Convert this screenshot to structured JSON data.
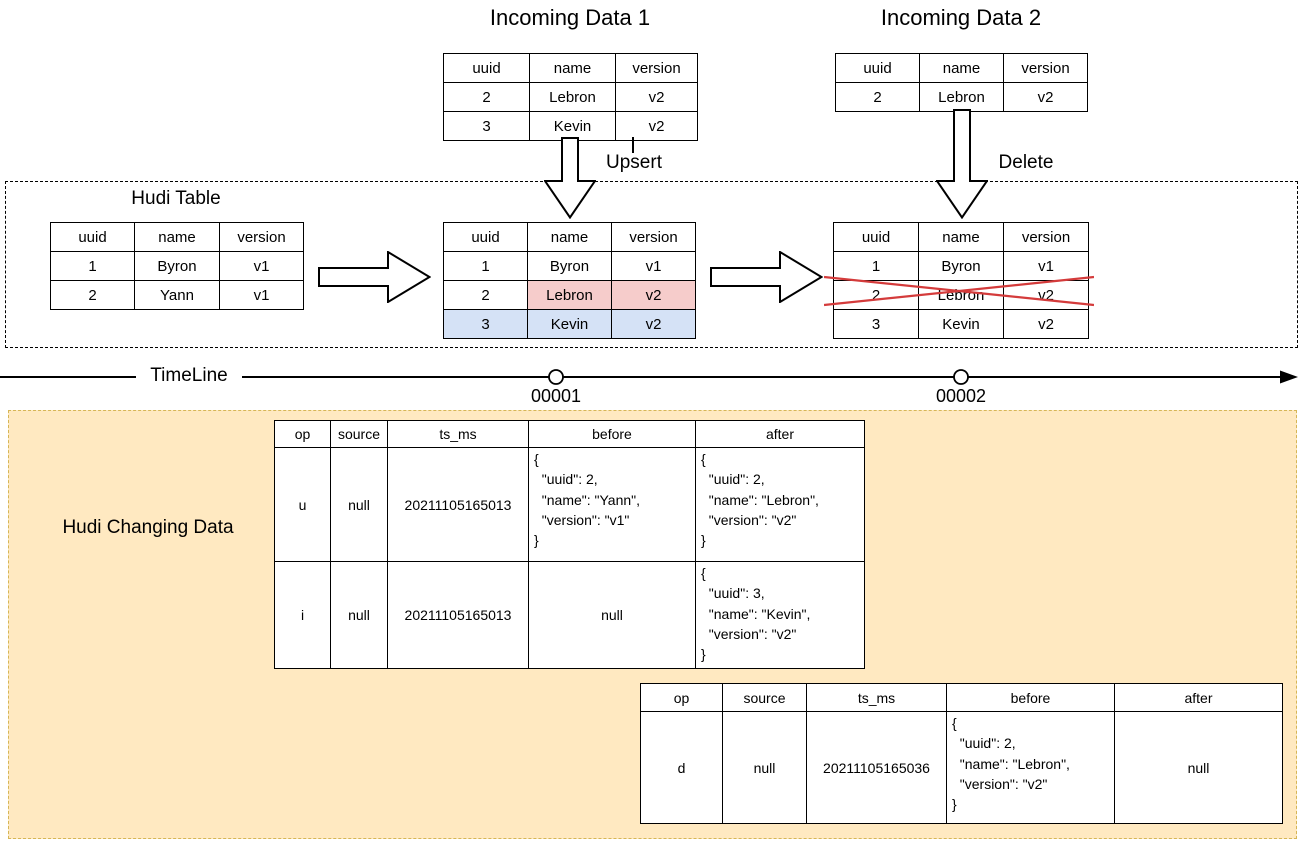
{
  "incoming1": {
    "title": "Incoming Data 1",
    "operation_label": "Upsert",
    "headers": [
      "uuid",
      "name",
      "version"
    ],
    "rows": [
      [
        "2",
        "Lebron",
        "v2"
      ],
      [
        "3",
        "Kevin",
        "v2"
      ]
    ]
  },
  "incoming2": {
    "title": "Incoming Data 2",
    "operation_label": "Delete",
    "headers": [
      "uuid",
      "name",
      "version"
    ],
    "rows": [
      [
        "2",
        "Lebron",
        "v2"
      ]
    ]
  },
  "hudi_table_box": {
    "title": "Hudi Table",
    "state_initial": {
      "headers": [
        "uuid",
        "name",
        "version"
      ],
      "rows": [
        [
          "1",
          "Byron",
          "v1"
        ],
        [
          "2",
          "Yann",
          "v1"
        ]
      ]
    },
    "state_after_upsert": {
      "headers": [
        "uuid",
        "name",
        "version"
      ],
      "rows": [
        [
          "1",
          "Byron",
          "v1"
        ],
        [
          "2",
          "Lebron",
          "v2"
        ],
        [
          "3",
          "Kevin",
          "v2"
        ]
      ]
    },
    "state_after_delete": {
      "headers": [
        "uuid",
        "name",
        "version"
      ],
      "rows": [
        [
          "1",
          "Byron",
          "v1"
        ],
        [
          "2",
          "Lebron",
          "v2"
        ],
        [
          "3",
          "Kevin",
          "v2"
        ]
      ]
    }
  },
  "timeline": {
    "label": "TimeLine",
    "commits": [
      {
        "id": "00001"
      },
      {
        "id": "00002"
      }
    ]
  },
  "changing_data": {
    "title": "Hudi Changing Data",
    "table1": {
      "headers": [
        "op",
        "source",
        "ts_ms",
        "before",
        "after"
      ],
      "rows": [
        {
          "op": "u",
          "source": "null",
          "ts_ms": "20211105165013",
          "before": "{\n  \"uuid\": 2,\n  \"name\": \"Yann\",\n  \"version\": \"v1\"\n}",
          "after": "{\n  \"uuid\": 2,\n  \"name\": \"Lebron\",\n  \"version\": \"v2\"\n}"
        },
        {
          "op": "i",
          "source": "null",
          "ts_ms": "20211105165013",
          "before": "null",
          "after": "{\n  \"uuid\": 3,\n  \"name\": \"Kevin\",\n  \"version\": \"v2\"\n}"
        }
      ]
    },
    "table2": {
      "headers": [
        "op",
        "source",
        "ts_ms",
        "before",
        "after"
      ],
      "rows": [
        {
          "op": "d",
          "source": "null",
          "ts_ms": "20211105165036",
          "before": "{\n  \"uuid\": 2,\n  \"name\": \"Lebron\",\n  \"version\": \"v2\"\n}",
          "after": "null"
        }
      ]
    }
  },
  "colors": {
    "updated_row_fill": "#f6cccb",
    "updated_row_stroke": "#b85450",
    "inserted_row_fill": "#d5e2f6",
    "inserted_row_stroke": "#6c8ebf",
    "changing_box_fill": "#ffe9c1",
    "changing_box_stroke": "#d6b656",
    "delete_cross_stroke": "#d43b3b"
  }
}
